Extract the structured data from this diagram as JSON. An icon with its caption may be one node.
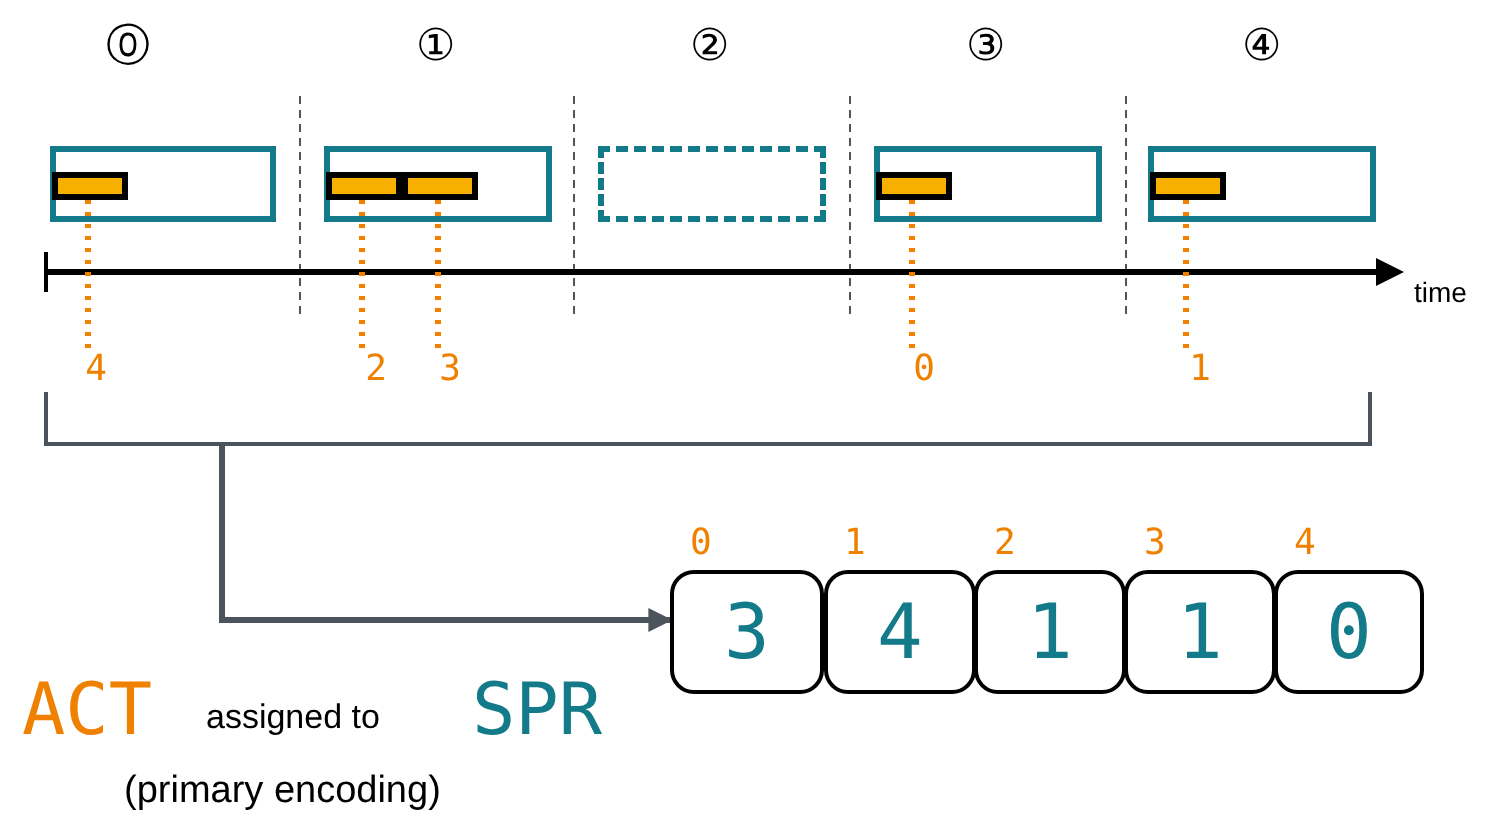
{
  "diagram": {
    "nodes": [
      {
        "text": [],
        "shape": "box"
      },
      {
        "text": [],
        "shape": "box"
      },
      {
        "text": [],
        "shape": "box"
      },
      {
        "text": [],
        "shape": "box"
      },
      {
        "text": [],
        "shape": "box"
      },
      {
        "text": [],
        "shape": "bar",
        "in": 0
      },
      {
        "text": [],
        "shape": "bar",
        "in": 1
      },
      {
        "text": [],
        "shape": "bar",
        "in": 1
      },
      {
        "text": [],
        "shape": "bar",
        "in": 3
      },
      {
        "text": [],
        "shape": "bar",
        "in": 4
      },
      {
        "text": [
          "4"
        ]
      },
      {
        "text": [
          "2"
        ]
      },
      {
        "text": [
          "3"
        ]
      },
      {
        "text": [
          "0"
        ]
      },
      {
        "text": [
          "1"
        ]
      },
      {
        "text": [
          "3"
        ],
        "beside": [
          "0"
        ]
      },
      {
        "text": [
          "4"
        ],
        "beside": [
          "1"
        ]
      },
      {
        "text": [
          "1"
        ],
        "beside": [
          "2"
        ]
      },
      {
        "text": [
          "1"
        ],
        "beside": [
          "3"
        ]
      },
      {
        "text": [
          "0"
        ],
        "beside": [
          "4"
        ]
      },
      {
        "text": [],
        "shape": "bracket"
      }
    ],
    "edges": [
      {
        "from": 10,
        "to": 5,
        "arrow": "none",
        "style": "dashed"
      },
      {
        "from": 11,
        "to": 6,
        "arrow": "none",
        "style": "dashed"
      },
      {
        "from": 12,
        "to": 7,
        "arrow": "none",
        "style": "dashed"
      },
      {
        "from": 13,
        "to": 8,
        "arrow": "none",
        "style": "dashed"
      },
      {
        "from": 14,
        "to": 9,
        "arrow": "none",
        "style": "dashed"
      },
      {
        "from": 20,
        "to": 15,
        "arrow": "to",
        "color": "#4b535c"
      }
    ],
    "labels": [
      "⓪",
      "①",
      "②",
      "③",
      "④",
      "time",
      "ACT",
      "assigned to",
      "SPR",
      "(primary encoding)"
    ]
  }
}
